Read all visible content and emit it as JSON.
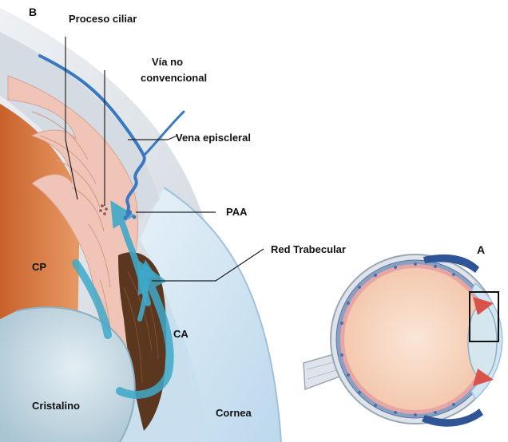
{
  "panel_b": {
    "panel_label": "B",
    "labels": {
      "ciliary_process": "Proceso ciliar",
      "unconventional_path_line1": "Vía no",
      "unconventional_path_line2": "convencional",
      "episcleral_vein": "Vena episcleral",
      "paa": "PAA",
      "trabecular_meshwork": "Red Trabecular",
      "posterior_chamber": "CP",
      "anterior_chamber": "CA",
      "lens": "Cristalino",
      "cornea": "Cornea"
    }
  },
  "panel_a": {
    "panel_label": "A"
  },
  "colors": {
    "sclera": "#dfe4ea",
    "cornea": "#d3e6f3",
    "ciliary_body": "#f0c4b6",
    "iris_brown": "#5b3720",
    "choroid_orange": "#d9773f",
    "lens": "#bcd4e0",
    "flow_arrow": "#3fa9c9",
    "vein_blue": "#3a78c2",
    "vitreous": "#f6d7c4"
  }
}
